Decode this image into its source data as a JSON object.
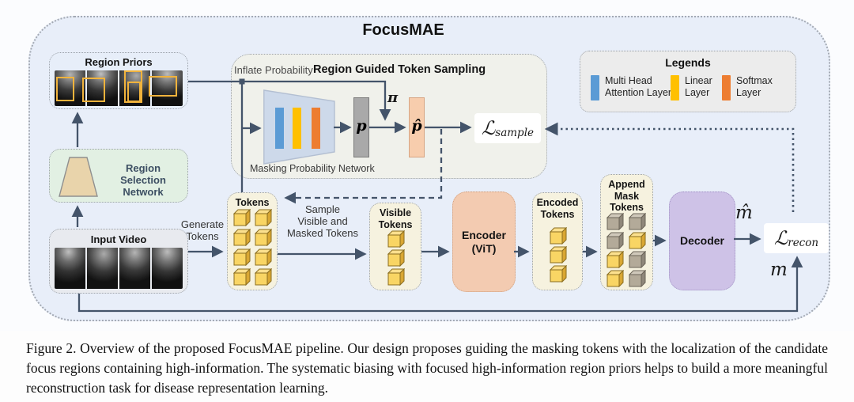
{
  "title": "FocusMAE",
  "caption": "Figure 2.  Overview of the proposed FocusMAE pipeline.  Our design proposes guiding the masking tokens with the localization of the candidate focus regions containing high-information.  The systematic biasing with focused high-information region priors helps to build a more meaningful reconstruction task for disease representation learning.",
  "region_priors": {
    "label": "Region Priors"
  },
  "region_selection": {
    "lines": [
      "Region Selection",
      "Network"
    ]
  },
  "input_video": {
    "label": "Input Video"
  },
  "generate_tokens": {
    "lines": [
      "Generate",
      "Tokens"
    ]
  },
  "sampling": {
    "title": "Region Guided Token Sampling",
    "inflate_label": "Inflate Probability",
    "network_label": "Masking Probability Network",
    "p": "p",
    "p_hat": "p̂",
    "pi": "π",
    "loss_symbol": "ℒ",
    "loss_subscript": "sample"
  },
  "legend": {
    "title": "Legends",
    "items": [
      {
        "lines": [
          "Multi Head",
          "Attention Layer"
        ],
        "color": "#5b9bd5"
      },
      {
        "lines": [
          "Linear",
          "Layer"
        ],
        "color": "#ffc000"
      },
      {
        "lines": [
          "Softmax",
          "Layer"
        ],
        "color": "#ed7d31"
      }
    ]
  },
  "sample_arrow": {
    "lines": [
      "Sample",
      "Visible and",
      "Masked Tokens"
    ]
  },
  "tokens": {
    "label": "Tokens",
    "cubes": [
      "y",
      "y",
      "y",
      "y",
      "y",
      "y",
      "y",
      "y"
    ]
  },
  "visible_tokens": {
    "lines": [
      "Visible",
      "Tokens"
    ],
    "cubes": [
      "y",
      "y",
      "y"
    ]
  },
  "encoder": {
    "lines": [
      "Encoder",
      "(ViT)"
    ]
  },
  "encoded_tokens": {
    "lines": [
      "Encoded",
      "Tokens"
    ],
    "cubes": [
      "y",
      "y",
      "y"
    ]
  },
  "append_mask": {
    "lines": [
      "Append",
      "Mask",
      "Tokens"
    ],
    "cubes": [
      "g",
      "g",
      "g",
      "y",
      "y",
      "g",
      "y",
      "g"
    ]
  },
  "decoder": {
    "label": "Decoder"
  },
  "outputs": {
    "m_hat": "m̂",
    "m": "m",
    "recon_symbol": "ℒ",
    "recon_subscript": "recon"
  },
  "colors": {
    "multi_head_attention": "#5b9bd5",
    "linear_layer": "#ffc000",
    "softmax_layer": "#ed7d31",
    "arrow": "#44546a",
    "container_fill": "#e8eef9",
    "encoder_fill": "#f3cbb1",
    "decoder_fill": "#cec2e7",
    "token_yellow": "#f9d564",
    "mask_token_gray": "#b3aa99",
    "region_box_yellow": "#f1b33c"
  }
}
